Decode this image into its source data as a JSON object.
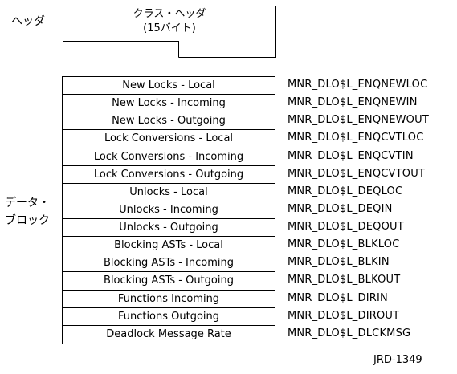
{
  "labels": {
    "header": "ヘッダ",
    "data_block_line1": "データ・",
    "data_block_line2": "ブロック"
  },
  "header_box": {
    "line1": "クラス・ヘッダ",
    "line2": "(15バイト)"
  },
  "fields": [
    {
      "name": "New Locks - Local",
      "symbol": "MNR_DLO$L_ENQNEWLOC"
    },
    {
      "name": "New Locks - Incoming",
      "symbol": "MNR_DLO$L_ENQNEWIN"
    },
    {
      "name": "New Locks - Outgoing",
      "symbol": "MNR_DLO$L_ENQNEWOUT"
    },
    {
      "name": "Lock Conversions - Local",
      "symbol": "MNR_DLO$L_ENQCVTLOC"
    },
    {
      "name": "Lock Conversions - Incoming",
      "symbol": "MNR_DLO$L_ENQCVTIN"
    },
    {
      "name": "Lock Conversions - Outgoing",
      "symbol": "MNR_DLO$L_ENQCVTOUT"
    },
    {
      "name": "Unlocks - Local",
      "symbol": "MNR_DLO$L_DEQLOC"
    },
    {
      "name": "Unlocks - Incoming",
      "symbol": "MNR_DLO$L_DEQIN"
    },
    {
      "name": "Unlocks - Outgoing",
      "symbol": "MNR_DLO$L_DEQOUT"
    },
    {
      "name": "Blocking ASTs - Local",
      "symbol": "MNR_DLO$L_BLKLOC"
    },
    {
      "name": "Blocking ASTs - Incoming",
      "symbol": "MNR_DLO$L_BLKIN"
    },
    {
      "name": "Blocking ASTs - Outgoing",
      "symbol": "MNR_DLO$L_BLKOUT"
    },
    {
      "name": "Functions Incoming",
      "symbol": "MNR_DLO$L_DIRIN"
    },
    {
      "name": "Functions Outgoing",
      "symbol": "MNR_DLO$L_DIROUT"
    },
    {
      "name": "Deadlock Message Rate",
      "symbol": "MNR_DLO$L_DLCKMSG"
    }
  ],
  "figure_id": "JRD-1349"
}
